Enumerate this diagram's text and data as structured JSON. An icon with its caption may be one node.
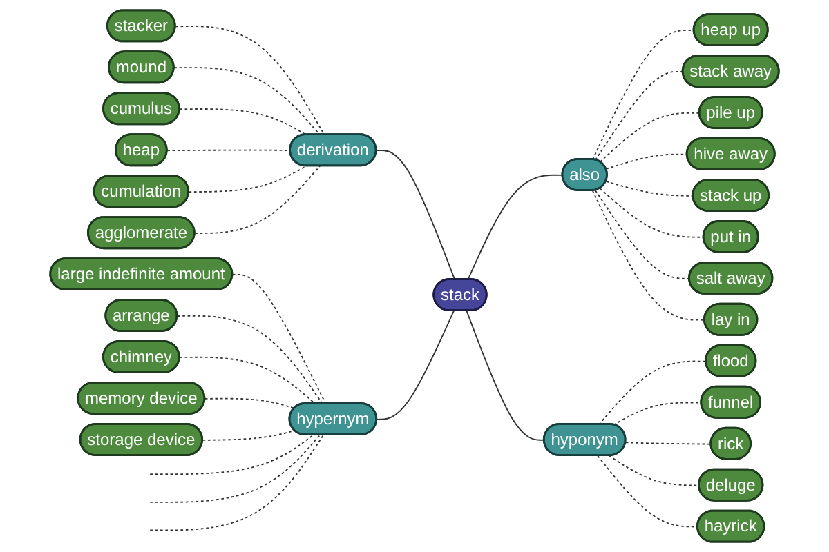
{
  "diagram": {
    "nodes": [
      {
        "text": [
          "stacker"
        ]
      },
      {
        "text": [
          "mound"
        ]
      },
      {
        "text": [
          "cumulus"
        ]
      },
      {
        "text": [
          "heap"
        ]
      },
      {
        "text": [
          "heap up"
        ]
      },
      {
        "text": [
          "stack away"
        ]
      },
      {
        "text": [
          "pile up"
        ]
      },
      {
        "text": [
          "derivation"
        ]
      },
      {
        "text": [
          "cumulation"
        ]
      },
      {
        "text": [
          "hive away"
        ]
      },
      {
        "text": [
          "also"
        ]
      },
      {
        "text": [
          "stack up"
        ]
      },
      {
        "text": [
          "agglomerate"
        ]
      },
      {
        "text": [
          "put in"
        ]
      },
      {
        "text": [
          "salt away"
        ]
      },
      {
        "text": [
          "lay in"
        ]
      },
      {
        "text": [
          "stack"
        ]
      },
      {
        "text": [
          "flood"
        ]
      },
      {
        "text": [
          "funnel"
        ]
      },
      {
        "text": [
          "large indefinite amount"
        ]
      },
      {
        "text": [
          "hyponym"
        ]
      },
      {
        "text": [
          "rick"
        ]
      },
      {
        "text": [
          "arrange"
        ]
      },
      {
        "text": [
          "deluge"
        ]
      },
      {
        "text": [
          "chimney"
        ]
      },
      {
        "text": [
          "hypernym"
        ]
      },
      {
        "text": [
          "hayrick"
        ]
      },
      {
        "text": [
          "memory device"
        ]
      },
      {
        "text": [
          "storage device"
        ]
      }
    ],
    "edges": [
      {
        "from": 0,
        "to": 7,
        "arrow": "none",
        "style": "dashed"
      },
      {
        "from": 1,
        "to": 7,
        "arrow": "none",
        "style": "dashed"
      },
      {
        "from": 2,
        "to": 7,
        "arrow": "none",
        "style": "dashed"
      },
      {
        "from": 3,
        "to": 7,
        "arrow": "none",
        "style": "dashed"
      },
      {
        "from": 8,
        "to": 7,
        "arrow": "none",
        "style": "dashed"
      },
      {
        "from": 12,
        "to": 7,
        "arrow": "none",
        "style": "dashed"
      },
      {
        "from": 7,
        "to": 16,
        "arrow": "none"
      },
      {
        "from": 19,
        "to": 25,
        "arrow": "none",
        "style": "dashed"
      },
      {
        "from": 22,
        "to": 25,
        "arrow": "none",
        "style": "dashed"
      },
      {
        "from": 24,
        "to": 25,
        "arrow": "none",
        "style": "dashed"
      },
      {
        "from": 27,
        "to": 25,
        "arrow": "none",
        "style": "dashed"
      },
      {
        "from": 28,
        "to": 25,
        "arrow": "none",
        "style": "dashed"
      },
      {
        "from": null,
        "to": 25,
        "arrow": "none",
        "style": "dashed"
      },
      {
        "from": null,
        "to": 25,
        "arrow": "none",
        "style": "dashed"
      },
      {
        "from": null,
        "to": 25,
        "arrow": "none",
        "style": "dashed"
      },
      {
        "from": 25,
        "to": 16,
        "arrow": "none"
      },
      {
        "from": 16,
        "to": 10,
        "arrow": "none"
      },
      {
        "from": 16,
        "to": 20,
        "arrow": "none"
      },
      {
        "from": 10,
        "to": 4,
        "arrow": "none",
        "style": "dashed"
      },
      {
        "from": 10,
        "to": 5,
        "arrow": "none",
        "style": "dashed"
      },
      {
        "from": 10,
        "to": 6,
        "arrow": "none",
        "style": "dashed"
      },
      {
        "from": 10,
        "to": 9,
        "arrow": "none",
        "style": "dashed"
      },
      {
        "from": 10,
        "to": 11,
        "arrow": "none",
        "style": "dashed"
      },
      {
        "from": 10,
        "to": 13,
        "arrow": "none",
        "style": "dashed"
      },
      {
        "from": 10,
        "to": 14,
        "arrow": "none",
        "style": "dashed"
      },
      {
        "from": 10,
        "to": 15,
        "arrow": "none",
        "style": "dashed"
      },
      {
        "from": 20,
        "to": 17,
        "arrow": "none",
        "style": "dashed"
      },
      {
        "from": 20,
        "to": 18,
        "arrow": "none",
        "style": "dashed"
      },
      {
        "from": 20,
        "to": 21,
        "arrow": "none",
        "style": "dashed"
      },
      {
        "from": 20,
        "to": 23,
        "arrow": "none",
        "style": "dashed"
      },
      {
        "from": 20,
        "to": 26,
        "arrow": "none",
        "style": "dashed"
      }
    ]
  }
}
